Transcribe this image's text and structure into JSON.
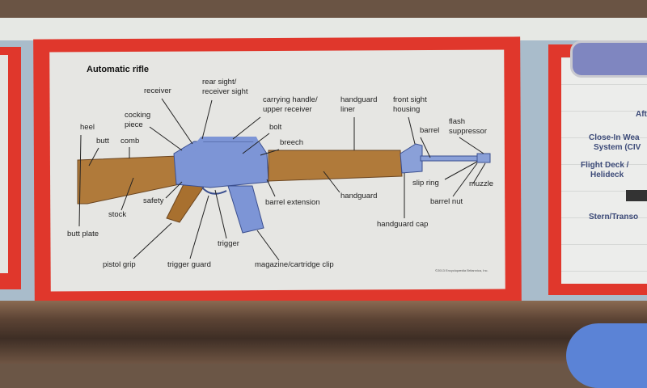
{
  "diagram": {
    "title": "Automatic rifle",
    "copyright": "©2013 Encyclopædia Britannica, Inc.",
    "labels": {
      "receiver": "receiver",
      "rear_sight_1": "rear sight/",
      "rear_sight_2": "receiver sight",
      "carrying_handle_1": "carrying handle/",
      "carrying_handle_2": "upper receiver",
      "cocking_piece_1": "cocking",
      "cocking_piece_2": "piece",
      "heel": "heel",
      "butt": "butt",
      "comb": "comb",
      "bolt": "bolt",
      "breech": "breech",
      "handguard_liner_1": "handguard",
      "handguard_liner_2": "liner",
      "front_sight_1": "front sight",
      "front_sight_2": "housing",
      "barrel": "barrel",
      "flash_suppressor_1": "flash",
      "flash_suppressor_2": "suppressor",
      "slip_ring": "slip ring",
      "muzzle": "muzzle",
      "barrel_nut": "barrel nut",
      "handguard_cap": "handguard cap",
      "handguard": "handguard",
      "barrel_extension": "barrel extension",
      "safety": "safety",
      "stock": "stock",
      "butt_plate": "butt plate",
      "pistol_grip": "pistol grip",
      "trigger_guard": "trigger guard",
      "trigger": "trigger",
      "magazine": "magazine/cartridge clip"
    },
    "colors": {
      "wood": "#b07a3a",
      "metal": "#7d95d6",
      "border": "#e0372c"
    }
  },
  "right_poster": {
    "aft": "Aft",
    "ciws_1": "Close-In Wea",
    "ciws_2": "System (CIV",
    "flight_deck_1": "Flight Deck /",
    "flight_deck_2": "Helideck",
    "stern": "Stern/Transo"
  }
}
